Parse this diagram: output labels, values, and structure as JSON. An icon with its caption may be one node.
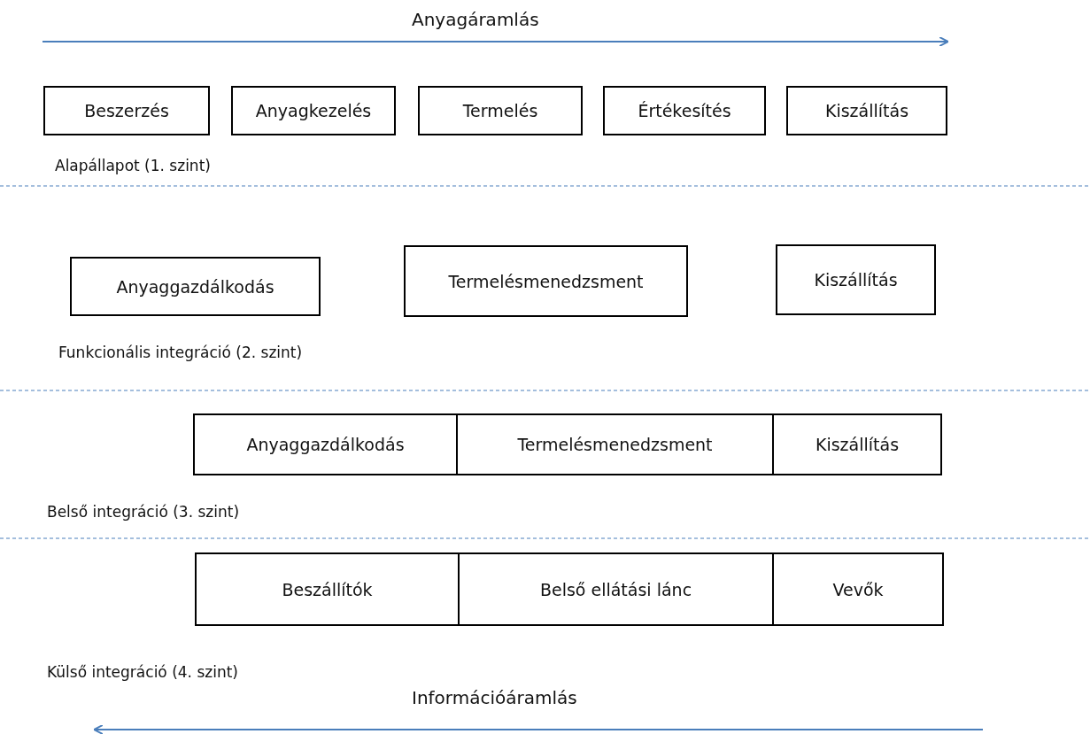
{
  "diagram": {
    "nodes": [
      {
        "text": [
          "Beszerzés"
        ]
      },
      {
        "text": [
          "Anyagkezelés"
        ]
      },
      {
        "text": [
          "Termelés"
        ]
      },
      {
        "text": [
          "Értékesítés"
        ]
      },
      {
        "text": [
          "Kiszállítás"
        ]
      },
      {
        "text": [
          "Anyaggazdálkodás"
        ]
      },
      {
        "text": [
          "Termelésmenedzsment"
        ]
      },
      {
        "text": [
          "Kiszállítás"
        ]
      },
      {
        "text": [
          "Anyaggazdálkodás"
        ]
      },
      {
        "text": [
          "Termelésmenedzsment"
        ]
      },
      {
        "text": [
          "Kiszállítás"
        ]
      },
      {
        "text": [
          "Beszállítók"
        ]
      },
      {
        "text": [
          "Belső ellátási lánc"
        ]
      },
      {
        "text": [
          "Vevők"
        ]
      }
    ],
    "edges": [],
    "labels": [
      "Anyagáramlás",
      "Alapállapot (1. szint)",
      "Funkcionális integráció (2. szint)",
      "Belső integráció (3. szint)",
      "Külső integráció (4. szint)",
      "Információáramlás"
    ]
  }
}
